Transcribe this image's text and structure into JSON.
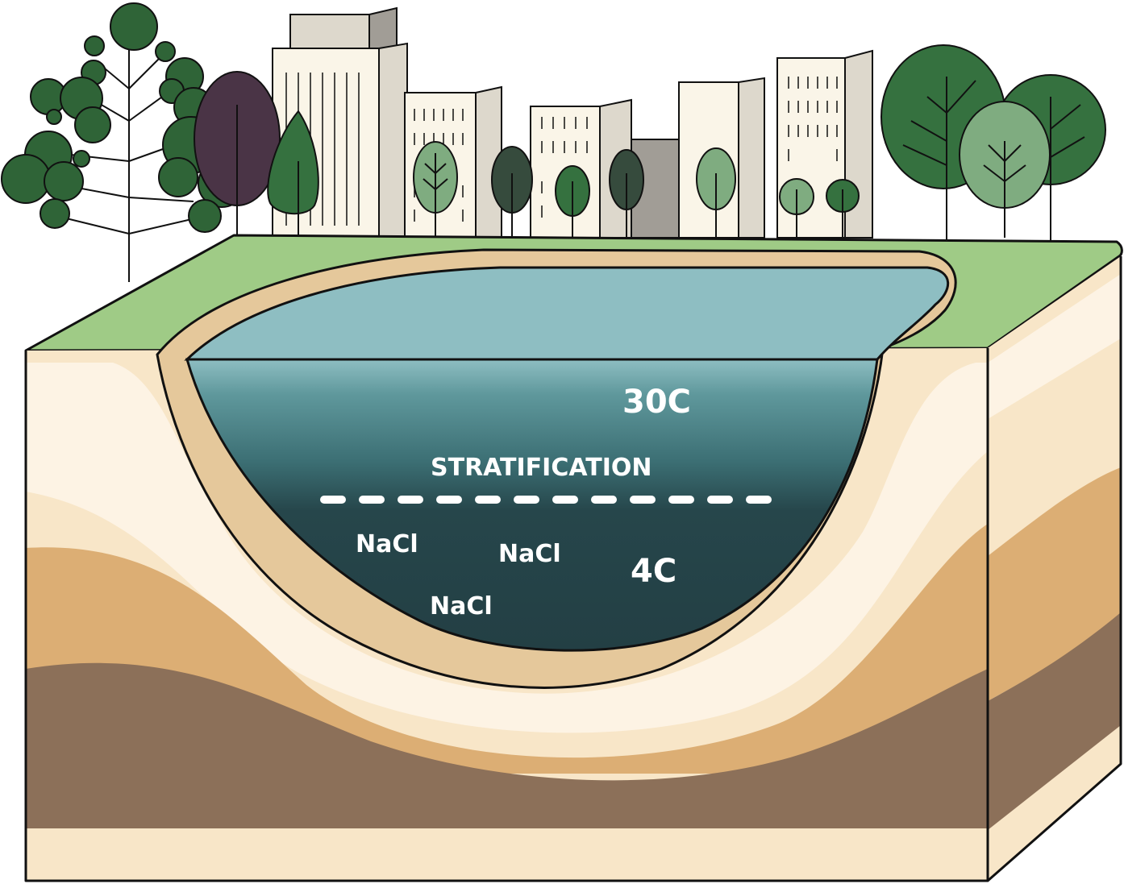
{
  "labels": {
    "surface_temp": "30C",
    "stratification": "STRATIFICATION",
    "bottom_temp": "4C",
    "salt_1": "NaCl",
    "salt_2": "NaCl",
    "salt_3": "NaCl"
  },
  "colors": {
    "grass": "#9fcb86",
    "soil_light": "#f8e6c8",
    "soil_pale": "#fdf3e4",
    "soil_mid": "#e5c89b",
    "soil_tan": "#dcae74",
    "soil_brown": "#8c7059",
    "water_surface": "#8ebec2",
    "water_deep": "#233f44",
    "building_light": "#faf5e8",
    "building_side": "#ddd8cc",
    "building_roof": "#ccc8bc",
    "building_grey": "#a19d96",
    "tree_dark": "#2f6437",
    "tree_mid": "#35713f",
    "tree_light": "#7fac80",
    "tree_slate": "#364b3d",
    "tree_purple": "#4a3446",
    "outline": "#111111"
  }
}
